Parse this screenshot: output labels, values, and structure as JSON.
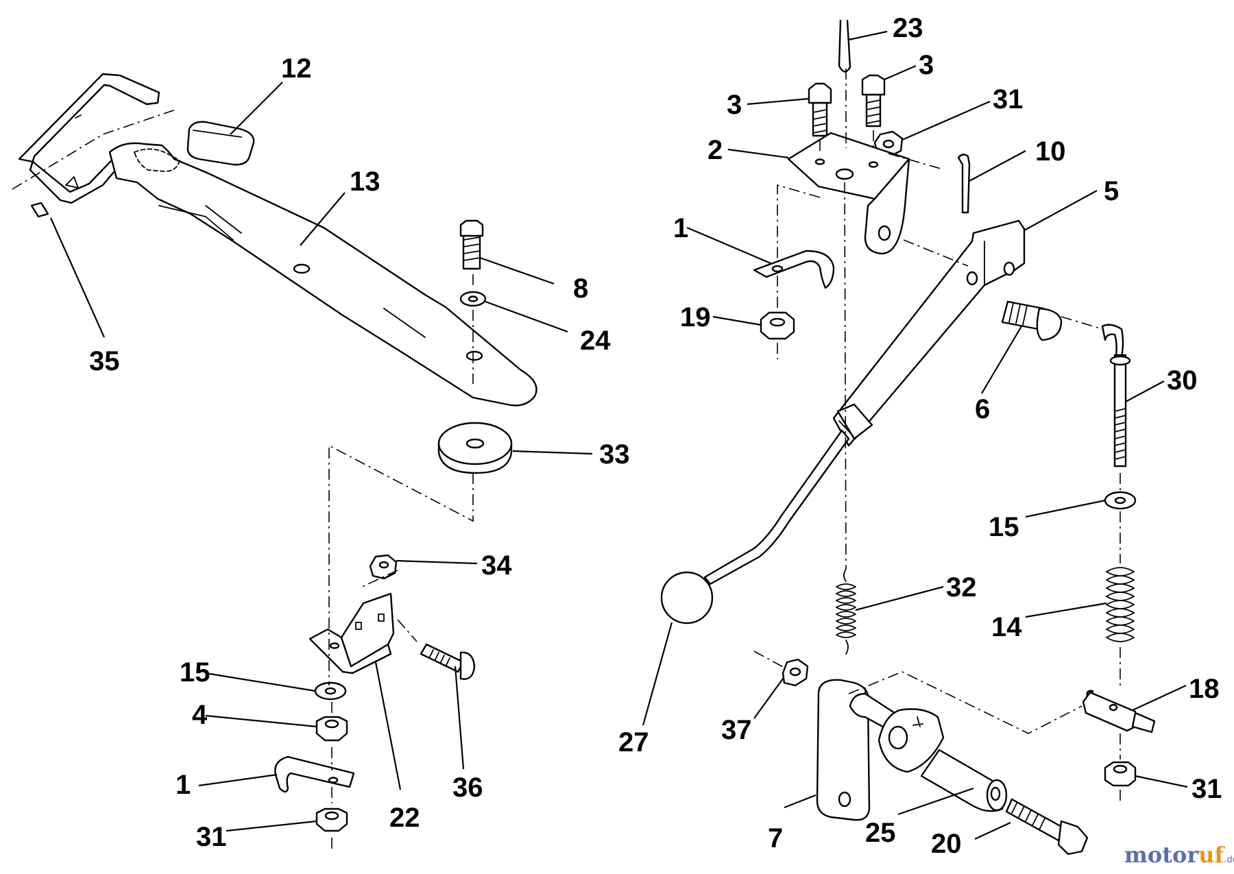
{
  "callouts": {
    "c12": "12",
    "c13": "13",
    "c35": "35",
    "c8": "8",
    "c24": "24",
    "c33": "33",
    "c34": "34",
    "c15a": "15",
    "c4": "4",
    "c1a": "1",
    "c31a": "31",
    "c22": "22",
    "c36": "36",
    "c23": "23",
    "c3a": "3",
    "c3b": "3",
    "c31b": "31",
    "c2": "2",
    "c10": "10",
    "c5": "5",
    "c1b": "1",
    "c19": "19",
    "c6": "6",
    "c30": "30",
    "c15b": "15",
    "c14": "14",
    "c32": "32",
    "c27": "27",
    "c18": "18",
    "c37": "37",
    "c31c": "31",
    "c7": "7",
    "c25": "25",
    "c20": "20"
  },
  "watermark": {
    "brand_a": "motor",
    "brand_b": "uf",
    "suffix": ".de"
  },
  "colors": {
    "line": "#000000",
    "background": "#ffffff",
    "watermark_blue": "#5a6fb0",
    "watermark_orange": "#e8941e"
  }
}
